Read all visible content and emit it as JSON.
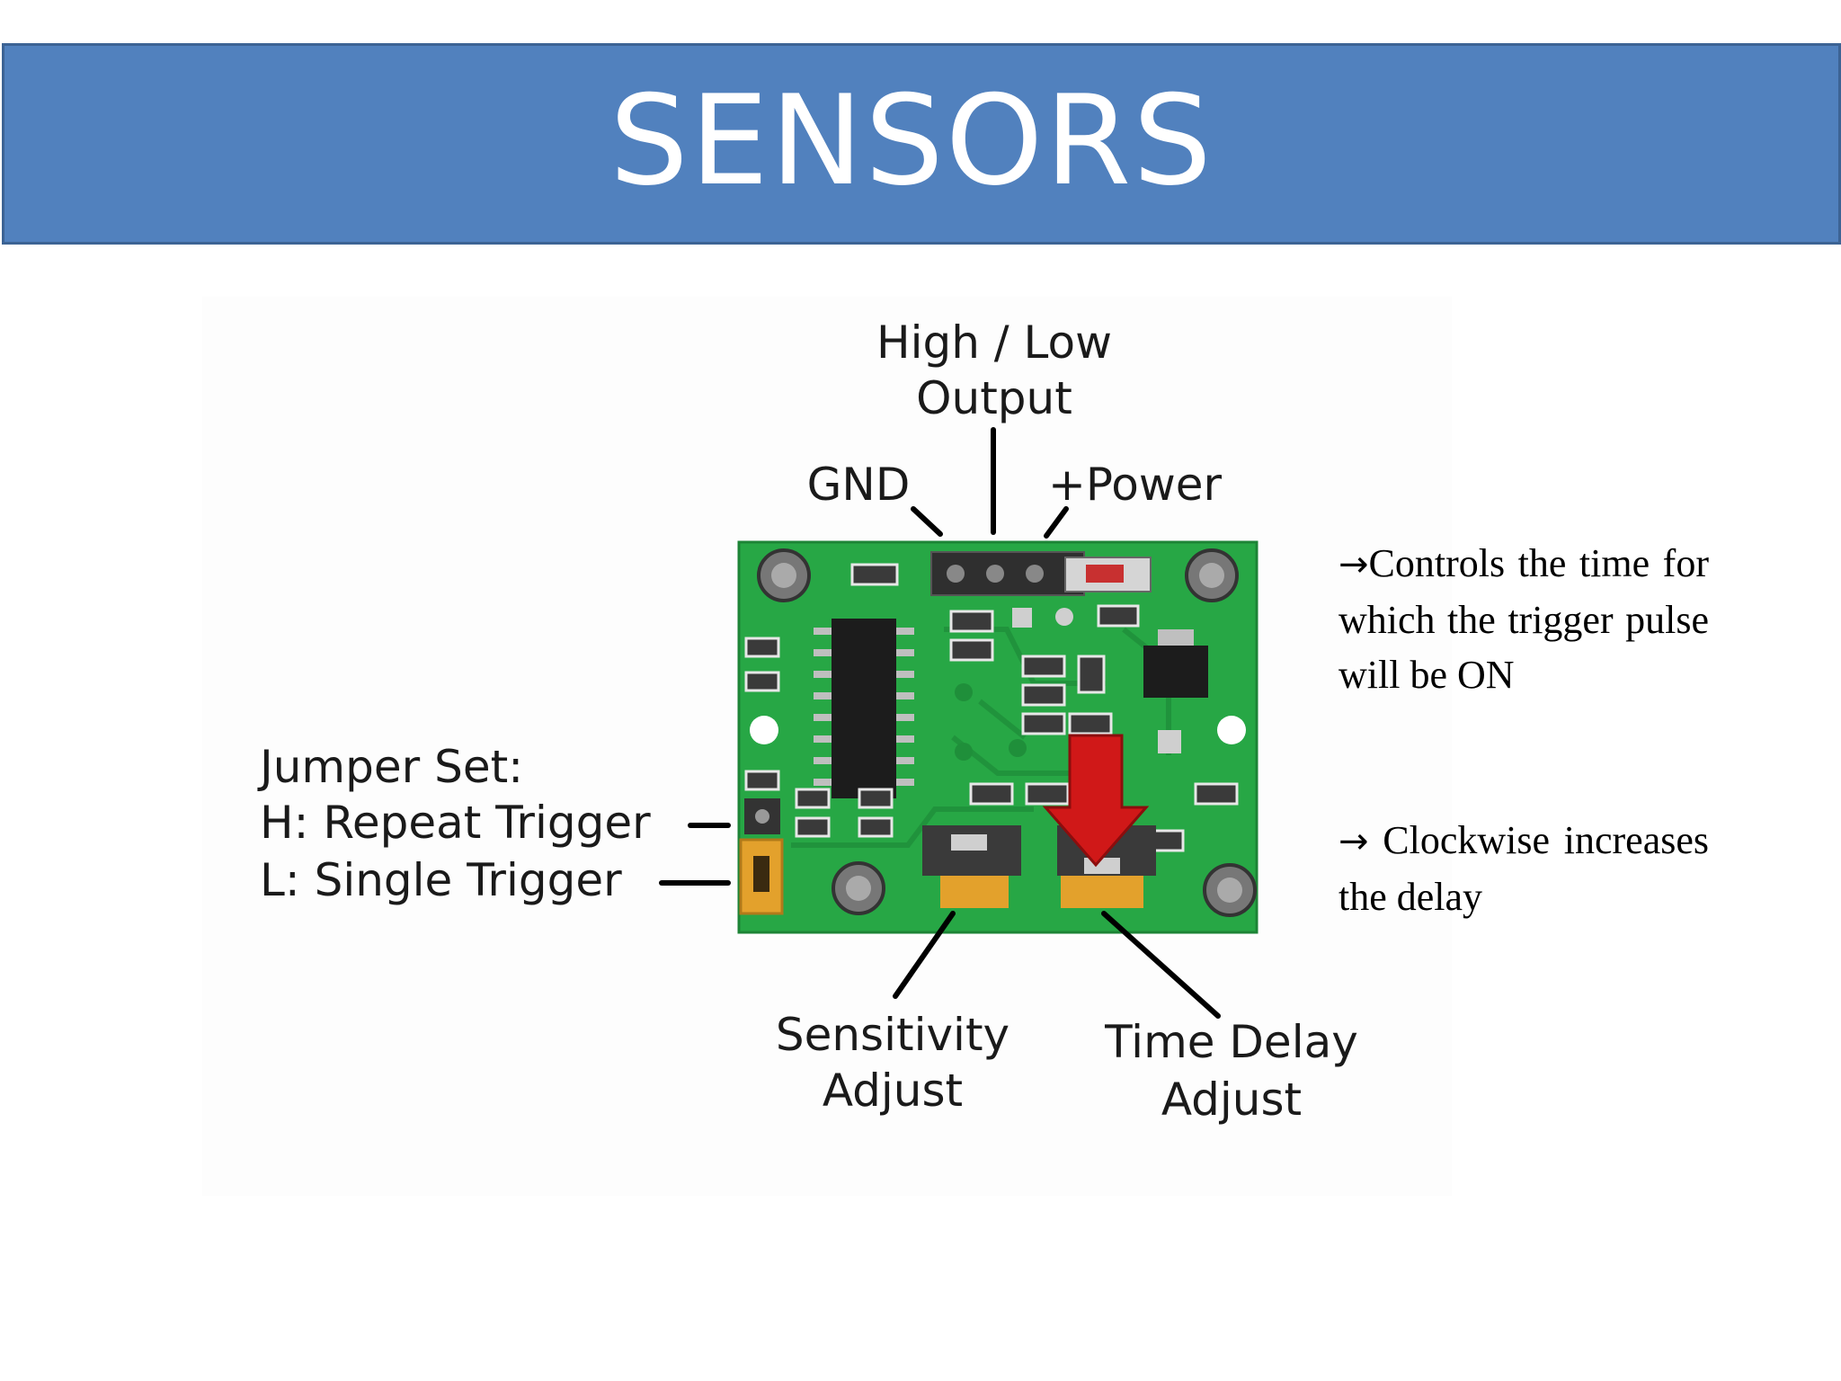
{
  "slide": {
    "title": "SENSORS"
  },
  "diagram": {
    "labels": {
      "output": [
        "High / Low",
        "Output"
      ],
      "gnd": "GND",
      "power": "+Power",
      "jumper": [
        "Jumper Set:",
        "H: Repeat Trigger",
        "L: Single Trigger"
      ],
      "sensitivity": [
        "Sensitivity",
        "Adjust"
      ],
      "time_delay": [
        "Time Delay",
        "Adjust"
      ]
    }
  },
  "notes": [
    {
      "arrow": "→",
      "text": "Controls the time for which the trigger pulse will be ON"
    },
    {
      "arrow": "→",
      "text": " Clockwise increases the delay"
    }
  ],
  "colors": {
    "title_bar": "#5181be",
    "pcb": "#27a745",
    "indicator_arrow": "#d01818",
    "potentiometer_knob": "#e3a12c"
  }
}
